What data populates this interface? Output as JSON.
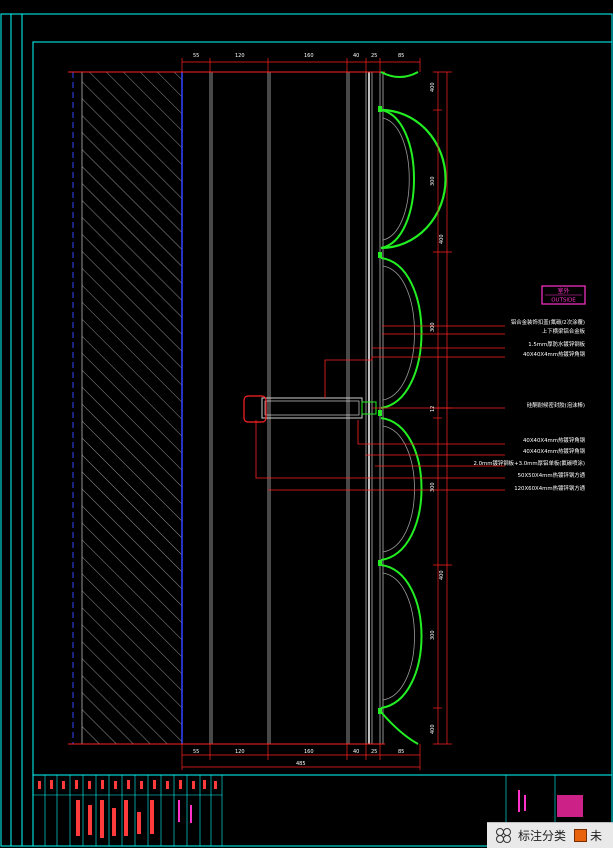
{
  "drawing": {
    "dimensions_top": [
      "55",
      "120",
      "160",
      "40",
      "25",
      "85"
    ],
    "dimensions_bottom": [
      "55",
      "120",
      "160",
      "40",
      "25",
      "85"
    ],
    "dimension_total": "485",
    "dimensions_right": [
      "400",
      "300",
      "400",
      "300",
      "12",
      "300",
      "400",
      "300",
      "400"
    ],
    "outside_stamp": {
      "cn": "室外",
      "en": "OUTSIDE"
    },
    "annotations": [
      "铝合金装饰扣盖(氟碳/2次涂覆)",
      "上下横梁铝合金板",
      "1.5mm厚防水镀锌钢板",
      "40X40X4mm热镀锌角钢",
      "硅酮耐候密封胶(泡沫棒)",
      "40X40X4mm热镀锌角钢",
      "40X40X4mm热镀锌角钢",
      "2.0mm镀锌钢板+3.0mm厚铝单板(氟碳喷涂)",
      "50X50X4mm热镀锌钢方通",
      "120X60X4mm热镀锌钢方通"
    ]
  },
  "taskbar": {
    "label": "标注分类",
    "truncated": "未"
  }
}
